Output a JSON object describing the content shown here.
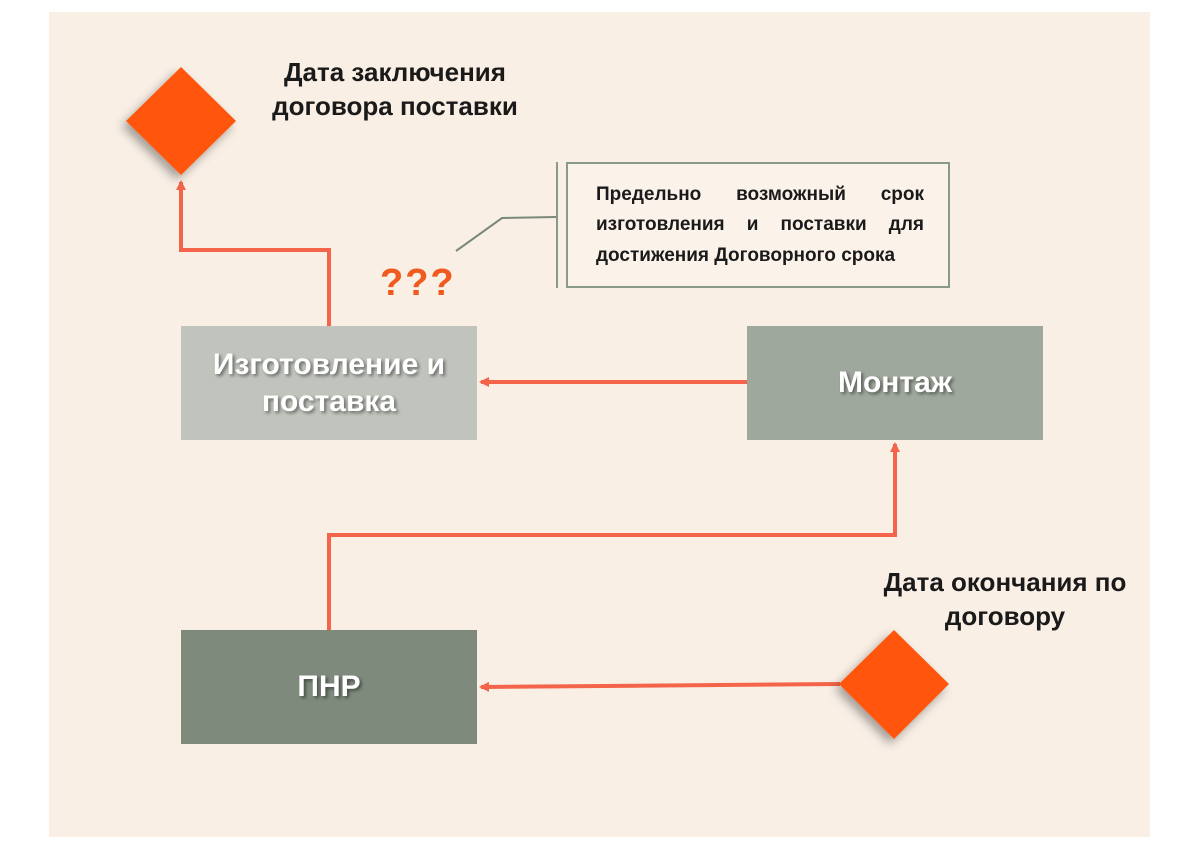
{
  "colors": {
    "panel_background": "#f9efe5",
    "arrow": "#f4644a",
    "diamond": "#ff5509",
    "question_marks": "#f05a1e",
    "callout_border": "#8a9a88",
    "box_manufacture": "#c0c4bc",
    "box_montage": "#9fa89c",
    "box_pnr": "#7e8b7c"
  },
  "milestones": {
    "contract_date": "Дата заключения договора поставки",
    "end_date": "Дата окончания по договору"
  },
  "stages": {
    "manufacture": "Изготовление и поставка",
    "montage": "Монтаж",
    "pnr": "ПНР"
  },
  "question": "???",
  "callout_text": "Предельно возможный срок изготовления и поставки для достижения Договорного срока",
  "icons": [
    "diamond-milestone-icon",
    "arrow-icon"
  ]
}
